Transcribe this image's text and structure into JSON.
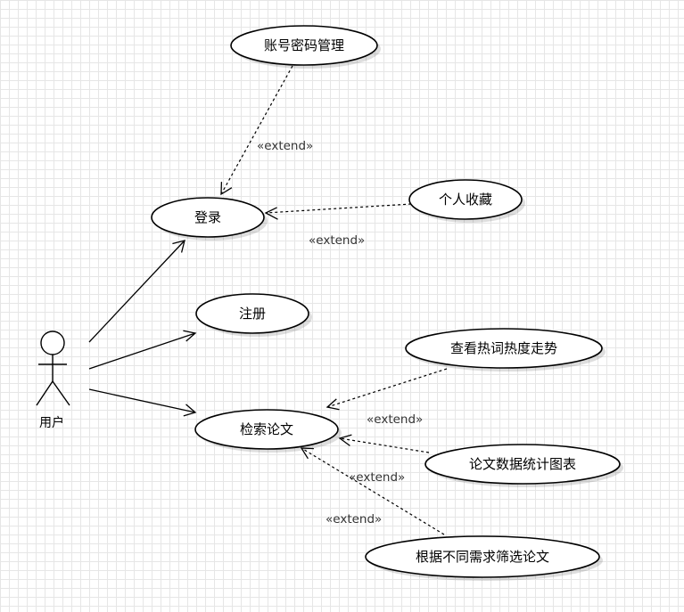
{
  "actor": {
    "label": "用户",
    "icon": "stick-figure-actor-icon"
  },
  "use_cases": {
    "account_password": "账号密码管理",
    "login": "登录",
    "favorites": "个人收藏",
    "register": "注册",
    "hot_word_trend": "查看热词热度走势",
    "search_papers": "检索论文",
    "paper_stats_chart": "论文数据统计图表",
    "filter_papers": "根据不同需求筛选论文"
  },
  "relationships": {
    "extend_label": "«extend»",
    "extend_1": "«extend»",
    "extend_2": "«extend»",
    "extend_3": "«extend»",
    "extend_4": "«extend»",
    "extend_5": "«extend»"
  },
  "colors": {
    "background": "#ffffff",
    "grid": "#e6e6e6",
    "stroke": "#000000"
  }
}
